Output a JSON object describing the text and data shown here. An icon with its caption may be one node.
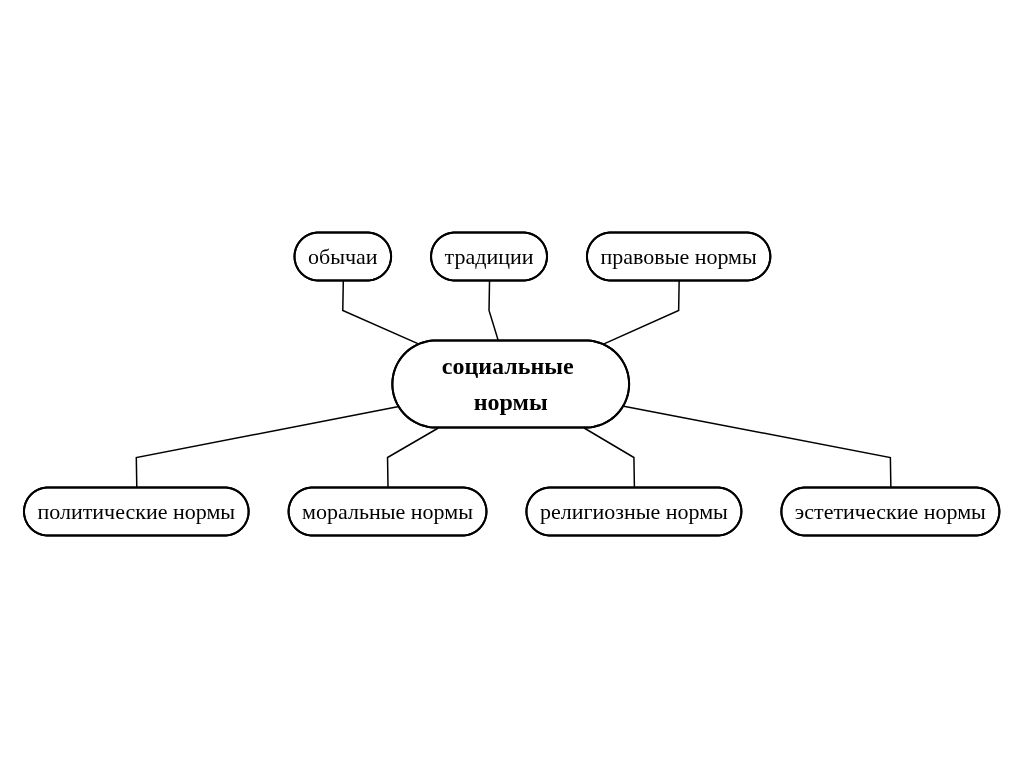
{
  "diagram": {
    "nodes": [
      {
        "text": [
          "традиции"
        ]
      },
      {
        "text": [
          "обычаи"
        ]
      },
      {
        "text": [
          "правовые нормы"
        ]
      },
      {
        "text": [
          "социальные нормы"
        ]
      },
      {
        "text": [
          "политические нормы"
        ]
      },
      {
        "text": [
          "моральные нормы"
        ]
      },
      {
        "text": [
          "религиозные нормы"
        ]
      },
      {
        "text": [
          "эстетические нормы"
        ]
      }
    ],
    "edges": [
      {
        "from": 1,
        "to": 3,
        "arrow": "none"
      },
      {
        "from": 0,
        "to": 3,
        "arrow": "none"
      },
      {
        "from": 2,
        "to": 3,
        "arrow": "none"
      },
      {
        "from": 3,
        "to": 4,
        "arrow": "none"
      },
      {
        "from": 3,
        "to": 5,
        "arrow": "none"
      },
      {
        "from": 3,
        "to": 6,
        "arrow": "none"
      },
      {
        "from": 3,
        "to": 7,
        "arrow": "none"
      }
    ]
  }
}
